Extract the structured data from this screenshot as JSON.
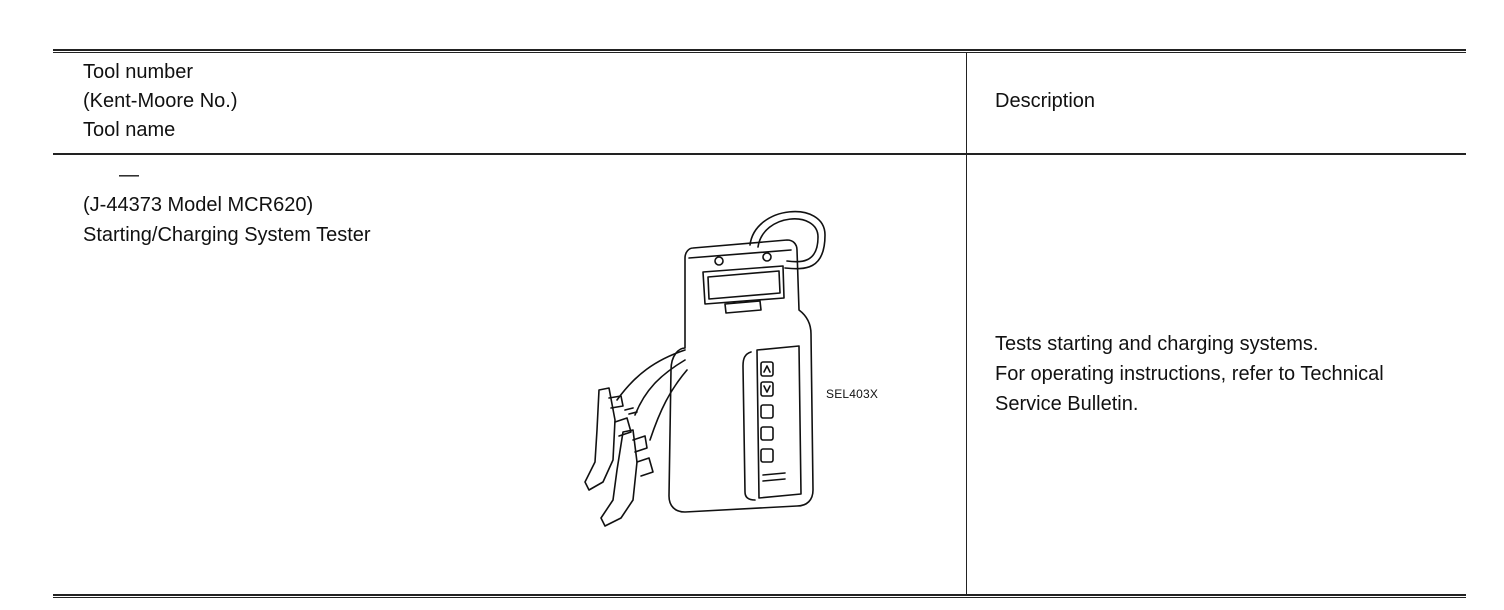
{
  "table": {
    "header": {
      "left_lines": [
        "Tool number",
        "(Kent-Moore No.)",
        "Tool name"
      ],
      "right": "Description"
    },
    "rows": [
      {
        "tool_number": "—",
        "kent_moore_no": "(J-44373 Model MCR620)",
        "tool_name": "Starting/Charging System Tester",
        "figure_code": "SEL403X",
        "description_lines": [
          "Tests starting and charging systems.",
          "For operating instructions, refer to Technical",
          "Service Bulletin."
        ]
      }
    ]
  },
  "illustration": {
    "icon": "battery-tester-illustration"
  }
}
